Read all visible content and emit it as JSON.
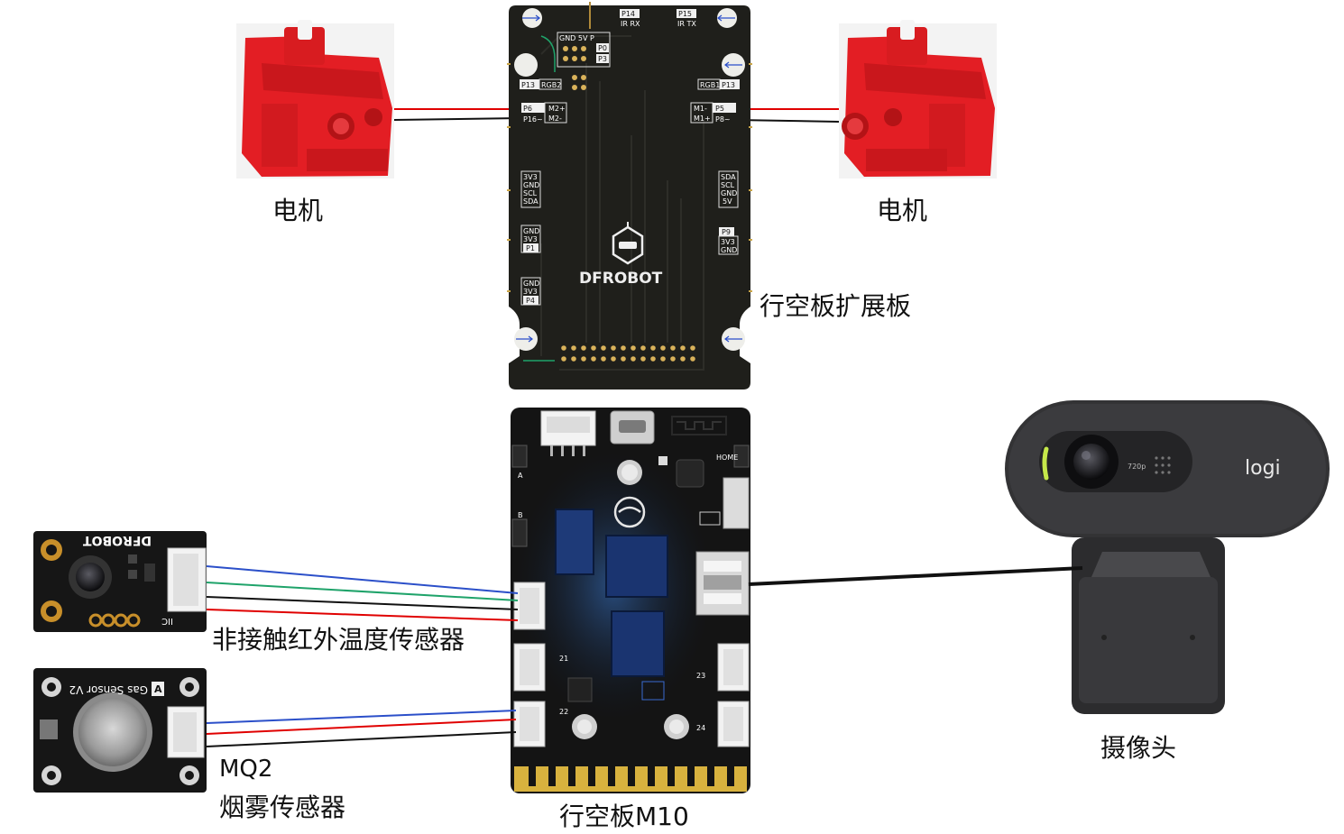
{
  "labels": {
    "motor_left": "电机",
    "motor_right": "电机",
    "expansion_board": "行空板扩展板",
    "ir_sensor": "非接触红外温度传感器",
    "smoke_model": "MQ2",
    "smoke_sensor": "烟雾传感器",
    "main_board": "行空板M10",
    "camera": "摄像头"
  },
  "board_text": {
    "brand": "DFROBOT",
    "p14": "P14",
    "ir_rx": "IR RX",
    "p15": "P15",
    "ir_tx": "IR TX",
    "gnd5vp": "GND 5V P",
    "p0": "P0",
    "p3": "P3",
    "p13": "P13",
    "rgb2": "RGB2",
    "rgb1": "RGB1",
    "p6": "P6",
    "p16": "P16~",
    "m2p": "M2+",
    "m2m": "M2-",
    "m1m": "M1-",
    "m1p": "M1+",
    "p5": "P5",
    "p8": "P8~",
    "l_3v3": "3V3",
    "l_gnd": "GND",
    "l_scl": "SCL",
    "l_sda": "SDA",
    "r_sda": "SDA",
    "r_scl": "SCL",
    "r_gnd": "GND",
    "r_5v": "5V",
    "p1_gnd": "GND",
    "p1_3v3": "3V3",
    "p1": "P1",
    "p4_gnd": "GND",
    "p4_3v3": "3V3",
    "p4": "P4",
    "p9": "P9",
    "p9_3v3": "3V3",
    "p9_gnd": "GND"
  },
  "m10_text": {
    "home": "HOME",
    "a": "A",
    "b": "B",
    "p21": "21",
    "p22": "22",
    "p23": "23",
    "p24": "24"
  },
  "sensor_text": {
    "ir_brand": "DFROBOT",
    "iic": "IIC",
    "gas": "Gas Sensor V2",
    "gas_a": "A"
  },
  "camera_text": {
    "logo": "logi",
    "res": "720p"
  },
  "colors": {
    "pcb_dark": "#1f1f1b",
    "motor_red": "#e82020",
    "wire_red": "#e00000",
    "wire_blue": "#2b4fc9",
    "wire_green": "#1fa36a"
  }
}
